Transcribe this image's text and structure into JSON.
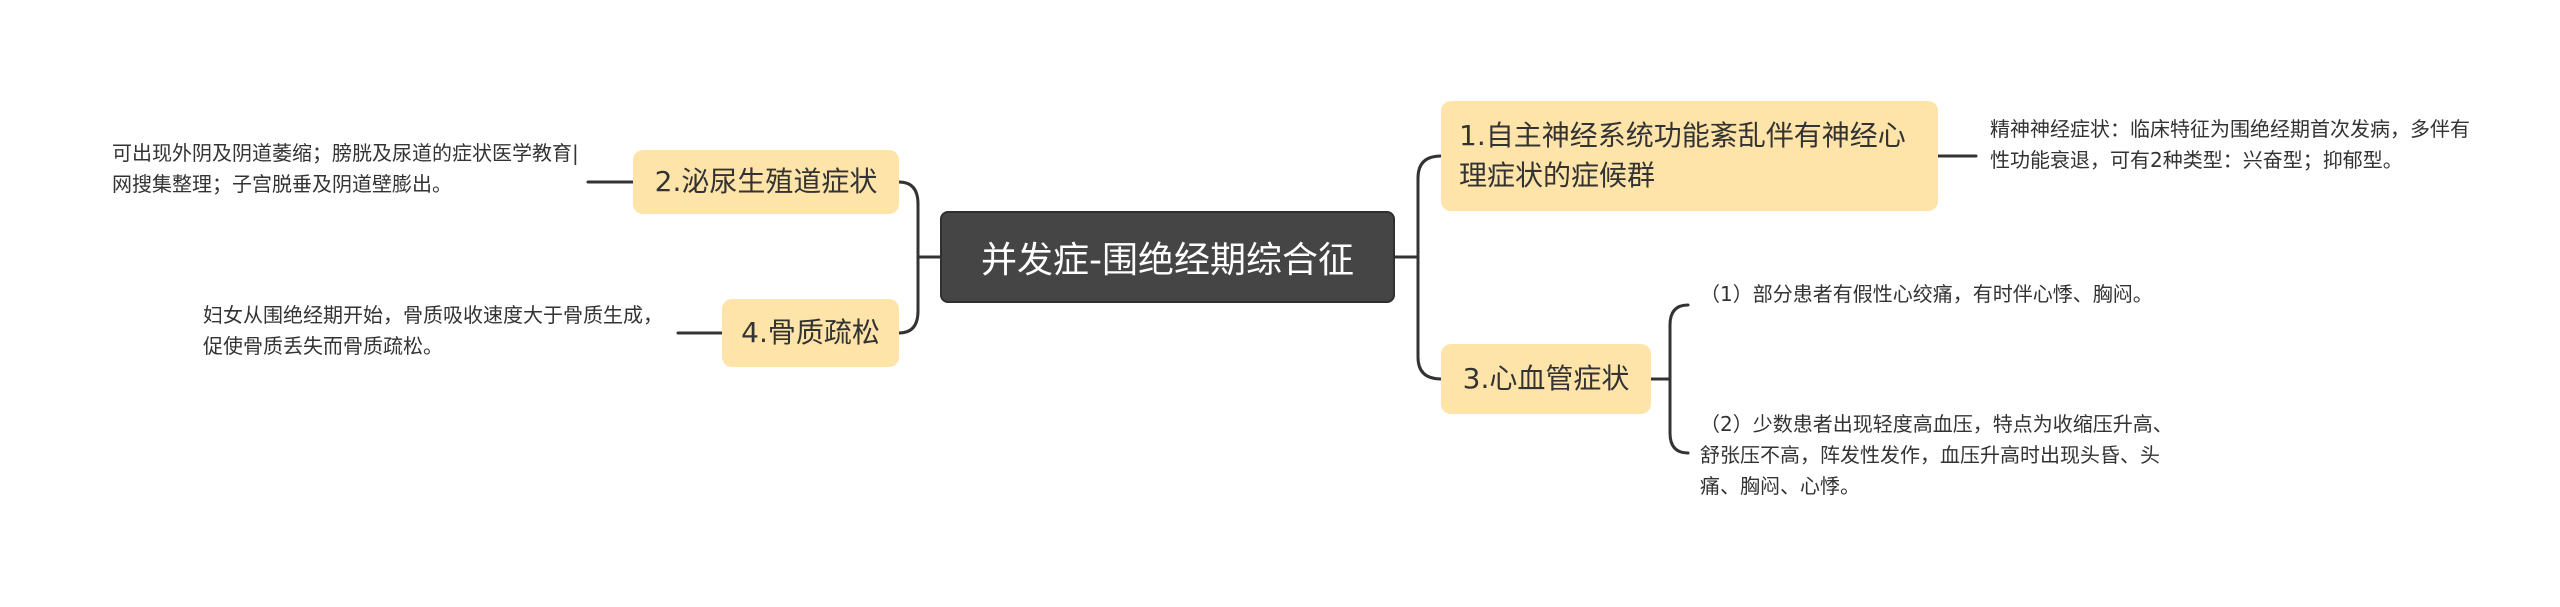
{
  "mindmap": {
    "root": "并发症-围绝经期综合征",
    "branches": [
      {
        "label": "1.自主神经系统功能紊乱伴有神经心理症状的症候群",
        "leaves": [
          "精神神经症状：临床特征为围绝经期首次发病，多伴有性功能衰退，可有2种类型：兴奋型；抑郁型。"
        ]
      },
      {
        "label": "2.泌尿生殖道症状",
        "leaves": [
          "可出现外阴及阴道萎缩；膀胱及尿道的症状医学教育|网搜集整理；子宫脱垂及阴道壁膨出。"
        ]
      },
      {
        "label": "3.心血管症状",
        "leaves": [
          "（1）部分患者有假性心绞痛，有时伴心悸、胸闷。",
          "（2）少数患者出现轻度高血压，特点为收缩压升高、舒张压不高，阵发性发作，血压升高时出现头昏、头痛、胸闷、心悸。"
        ]
      },
      {
        "label": "4.骨质疏松",
        "leaves": [
          "妇女从围绝经期开始，骨质吸收速度大于骨质生成，促使骨质丢失而骨质疏松。"
        ]
      }
    ]
  },
  "colors": {
    "root_fill": "#454545",
    "branch_fill": "#ffe4aa",
    "edge": "#333333",
    "text": "#333333"
  }
}
